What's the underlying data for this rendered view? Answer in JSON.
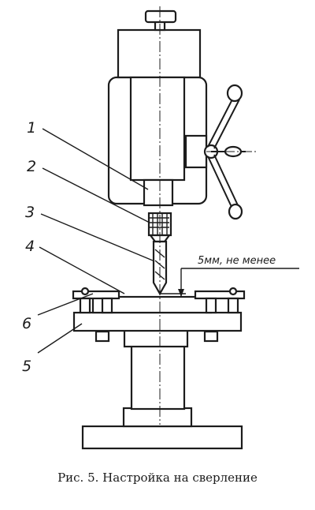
{
  "figure": {
    "caption": "Рис. 5. Настройка на сверление",
    "note": "5мм, не менее",
    "callouts": [
      "1",
      "2",
      "3",
      "4",
      "6",
      "5"
    ]
  },
  "colors": {
    "ink": "#1c1c1c",
    "paper": "#ffffff"
  }
}
